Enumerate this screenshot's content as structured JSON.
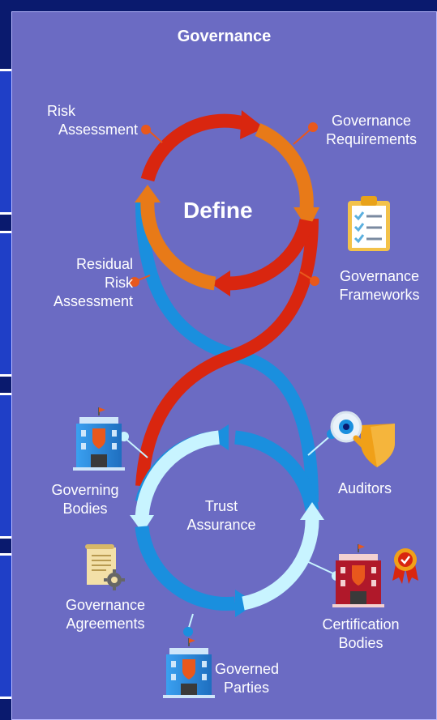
{
  "title": "Governance",
  "top_cycle": {
    "center": "Define",
    "steps": [
      "Risk Assessment",
      "Governance Requirements",
      "Governance Frameworks",
      "Residual Risk Assessment"
    ]
  },
  "bottom_cycle": {
    "center": "Trust Assurance",
    "parties": [
      "Auditors",
      "Certification Bodies",
      "Governed Parties",
      "Governance Agreements",
      "Governing Bodies"
    ]
  },
  "labels": {
    "risk_1": "Risk",
    "risk_2": "Assessment",
    "gov_req_1": "Governance",
    "gov_req_2": "Requirements",
    "gov_fw_1": "Governance",
    "gov_fw_2": "Frameworks",
    "resid_1": "Residual",
    "resid_2": "Risk",
    "resid_3": "Assessment",
    "trust_1": "Trust",
    "trust_2": "Assurance",
    "auditors": "Auditors",
    "cert_1": "Certification",
    "cert_2": "Bodies",
    "governed_1": "Governed",
    "governed_2": "Parties",
    "agree_1": "Governance",
    "agree_2": "Agreements",
    "bodies_1": "Governing",
    "bodies_2": "Bodies"
  },
  "colors": {
    "background": "#0a1a6e",
    "panel": "#6b6bc3",
    "side_tab": "#1f3fc7",
    "red_arrow": "#d9260f",
    "orange_arrow": "#e87a18",
    "blue_arrow": "#1a8fde",
    "light_arrow": "#c8f4ff",
    "dot": "#e8581c"
  },
  "icons": [
    "clipboard-checklist-icon",
    "magnifier-shield-icon",
    "building-icon",
    "certified-building-icon",
    "ribbon-badge-icon",
    "contract-document-gear-icon"
  ]
}
